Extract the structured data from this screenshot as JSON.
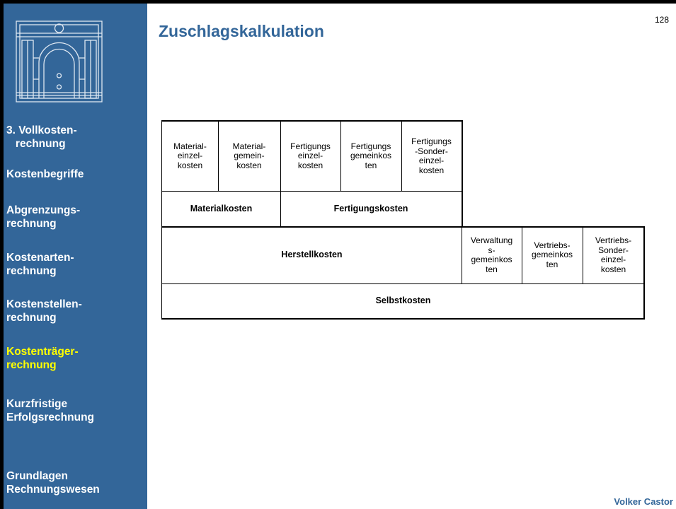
{
  "page_number": "128",
  "title": "Zuschlagskalkulation",
  "author": "Volker Castor",
  "sidebar": {
    "items": [
      {
        "label": "3. Vollkosten-\n   rechnung",
        "active": false
      },
      {
        "label": "Kostenbegriffe",
        "active": false
      },
      {
        "label": "Abgrenzungs-\nrechnung",
        "active": false
      },
      {
        "label": "Kostenarten-\nrechnung",
        "active": false
      },
      {
        "label": "Kostenstellen-\nrechnung",
        "active": false
      },
      {
        "label": "Kostenträger-\nrechnung",
        "active": true
      },
      {
        "label": "Kurzfristige\nErfolgsrechnung",
        "active": false
      },
      {
        "label": "Grundlagen\nRechnungswesen",
        "active": false
      }
    ]
  },
  "diagram": {
    "row1": [
      "Material-\neinzel-\nkosten",
      "Material-\ngemein-\nkosten",
      "Fertigungs\neinzel-\nkosten",
      "Fertigungs\ngemeinkos\nten",
      "Fertigungs\n-Sonder-\neinzel-\nkosten"
    ],
    "row2": [
      "Materialkosten",
      "Fertigungskosten"
    ],
    "row3": [
      "Herstellkosten",
      "Verwaltung\ns-\ngemeinkos\nten",
      "Vertriebs-\ngemeinkos\nten",
      "Vertriebs-\nSonder-\neinzel-\nkosten"
    ],
    "row4": "Selbstkosten"
  },
  "colors": {
    "sidebar_bg": "#336699",
    "title": "#336699",
    "active_nav": "#ffff00",
    "nav_text": "#ffffff"
  }
}
